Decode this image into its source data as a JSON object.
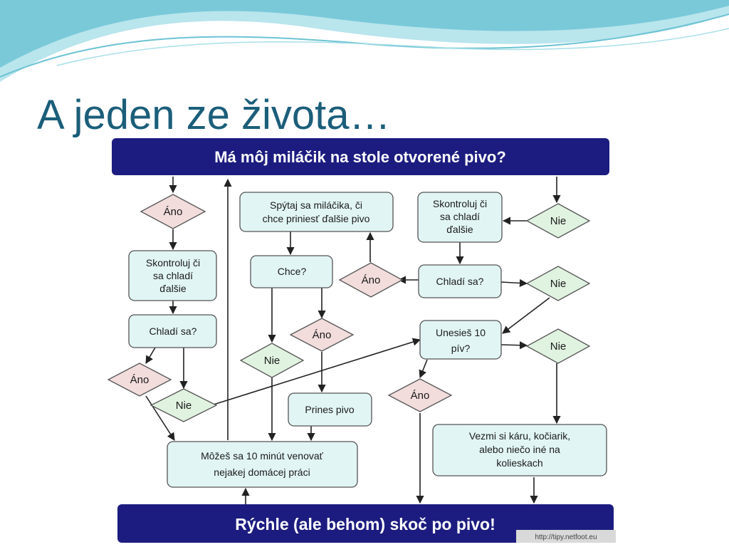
{
  "slide": {
    "title": "A jeden ze života…"
  },
  "colors": {
    "title": "#1b5e7a",
    "header_bar": "#1c1c80",
    "box_fill": "#e2f5f5",
    "diamond_yes": "#f2dcdc",
    "diamond_no": "#e0f2e0",
    "arrow": "#222222"
  },
  "flowchart": {
    "top_bar": "Má môj miláčik na stole otvorené pivo?",
    "bottom_bar": "Rýchle (ale behom) skoč po pivo!",
    "boxes": {
      "check_left": [
        "Skontroluj či",
        "sa chladí",
        "ďalšie"
      ],
      "cooling_left": [
        "Chladí sa?"
      ],
      "ask_darling": [
        "Spýtaj sa miláčika, či",
        "chce priniesť ďalšie pivo"
      ],
      "wants": [
        "Chce?"
      ],
      "bring_beer": [
        "Prines pivo"
      ],
      "housework": [
        "Môžeš sa 10 minút venovať",
        "nejakej domácej práci"
      ],
      "check_right": [
        "Skontroluj či",
        "sa chladí",
        "ďalšie"
      ],
      "cooling_right": [
        "Chladí sa?"
      ],
      "carry_ten": [
        "Unesieš 10",
        "pív?"
      ],
      "take_cart": [
        "Vezmi si káru, kočiarik,",
        "alebo niečo iné na",
        "kolieskach"
      ]
    },
    "decisions": {
      "yes": "Áno",
      "no": "Nie"
    },
    "watermark": "http://tipy.netfoot.eu"
  }
}
